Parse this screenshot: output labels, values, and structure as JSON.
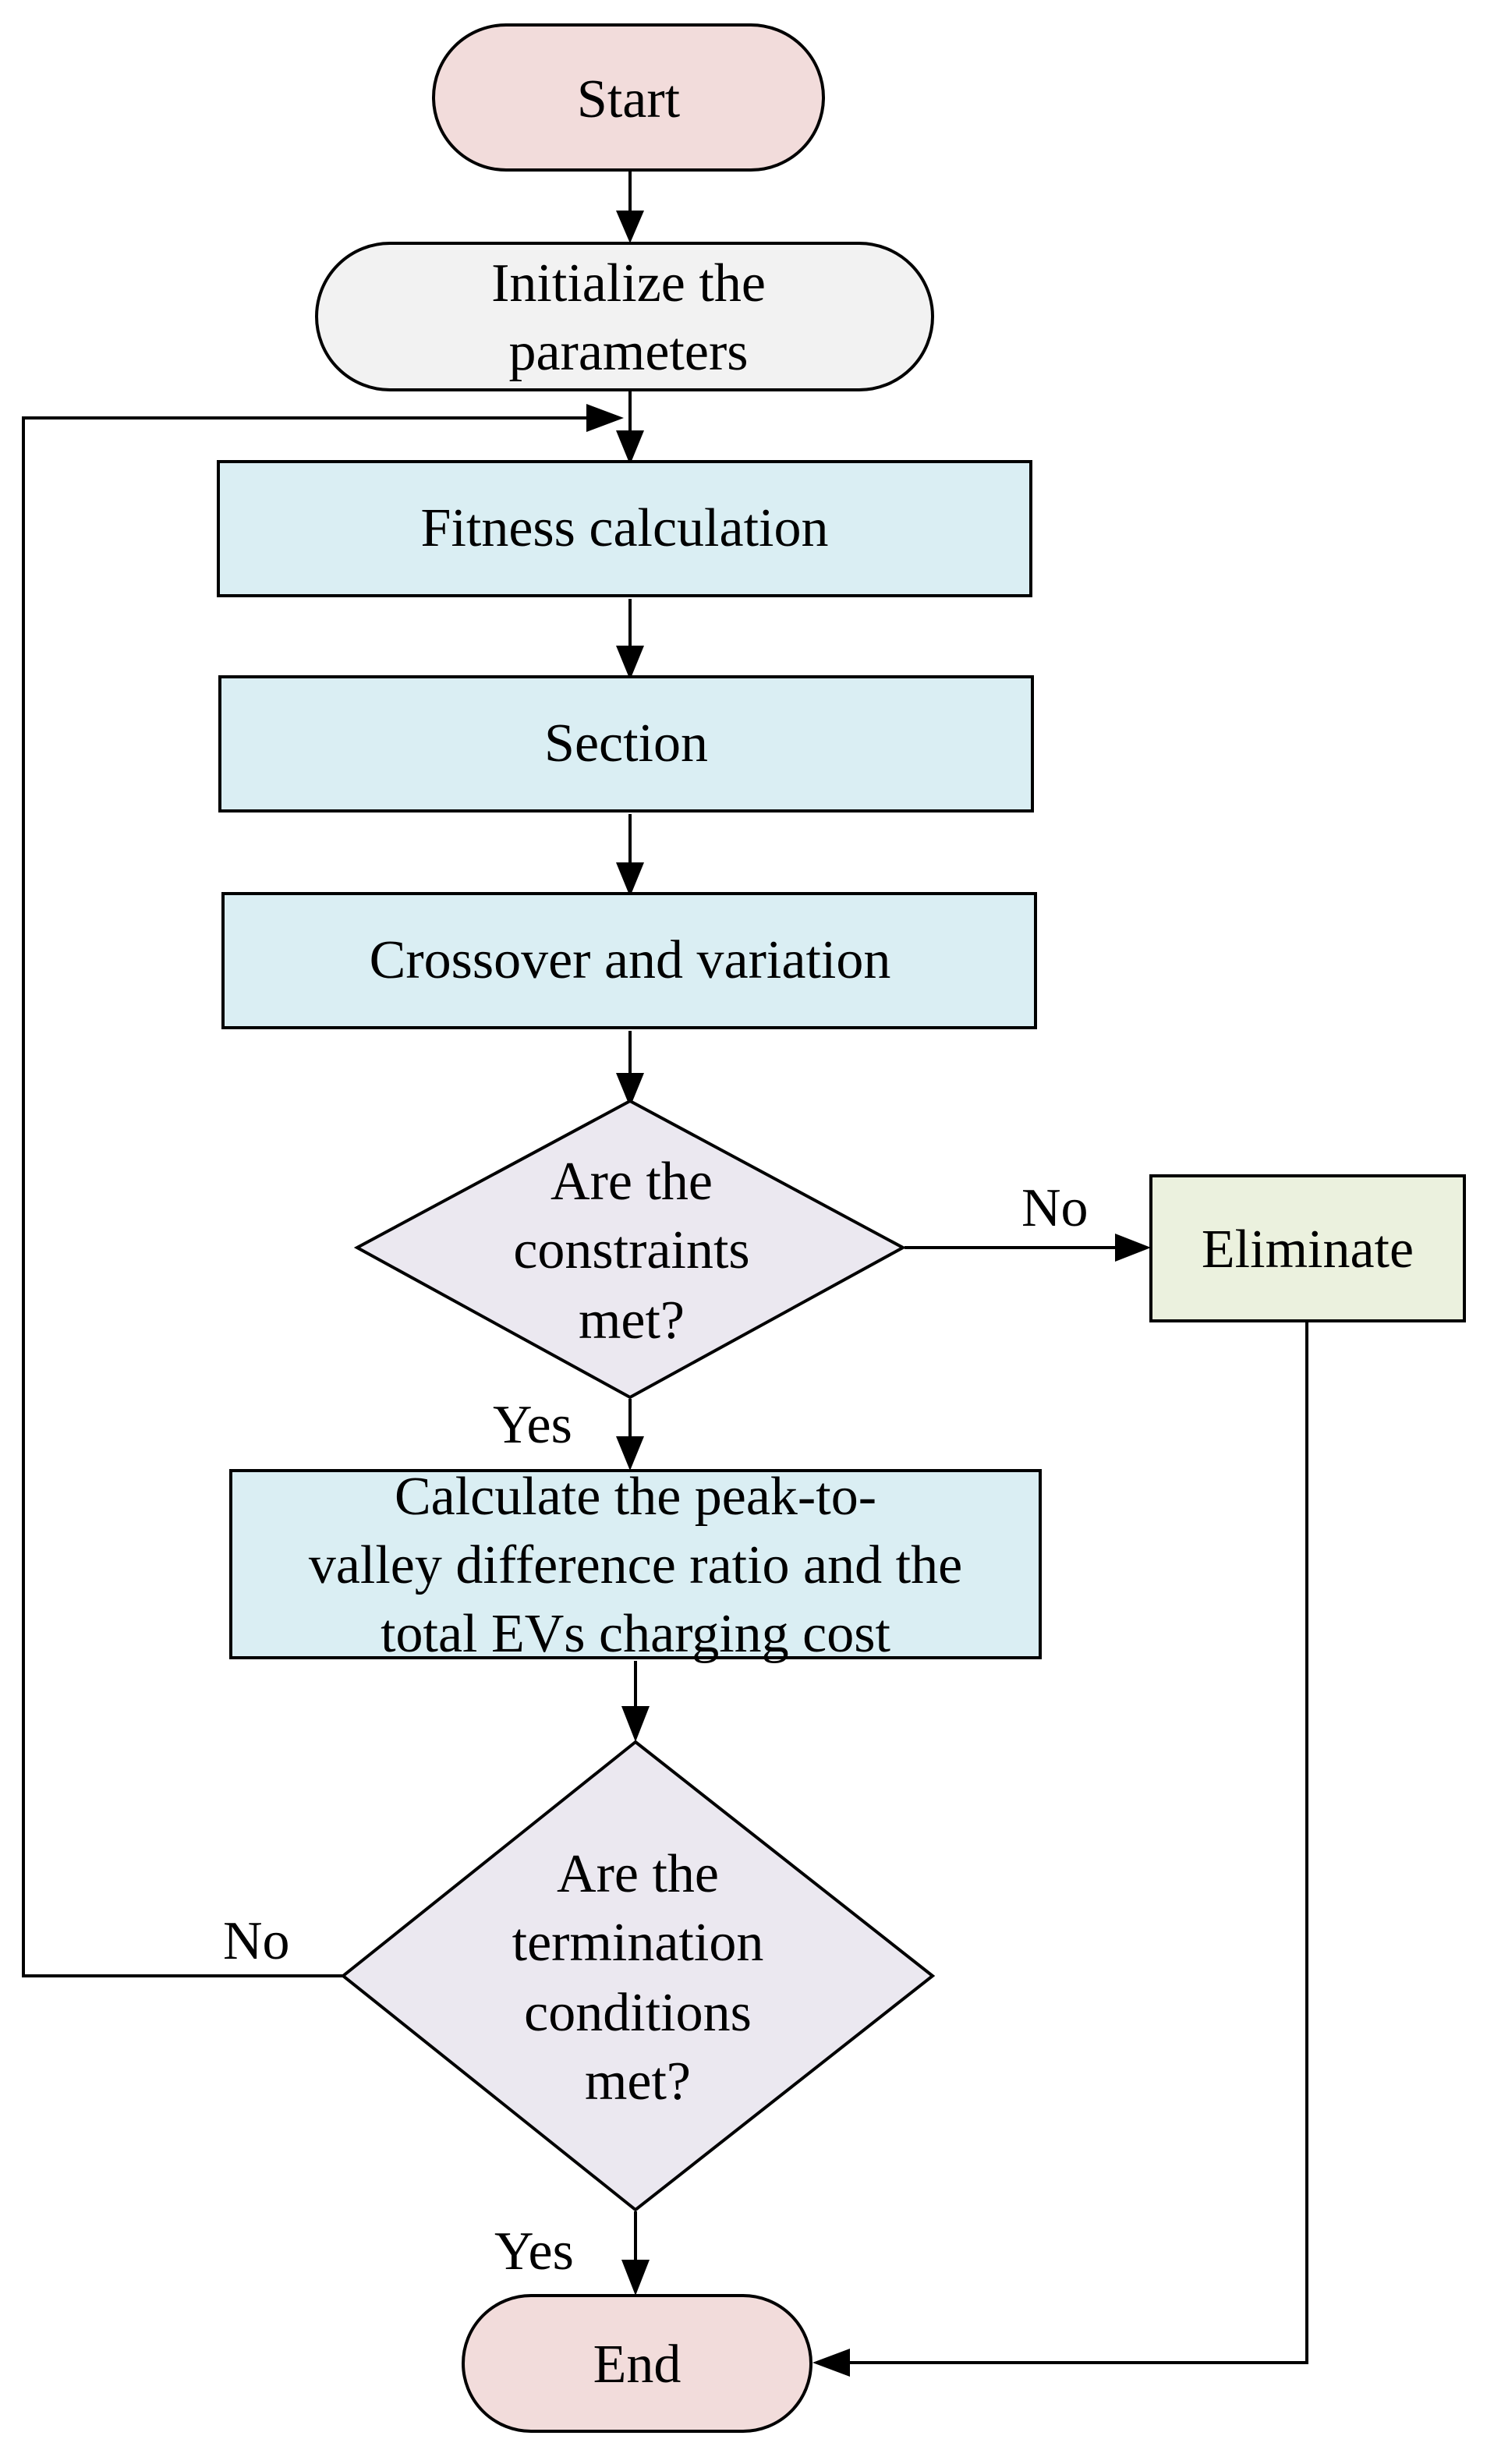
{
  "diagram": {
    "type": "flowchart",
    "colors": {
      "terminal": "#f2dcdb",
      "init": "#f2f2f2",
      "process": "#daeef3",
      "decision": "#ebe8f0",
      "eliminate": "#ebf1de",
      "line": "#000000"
    },
    "nodes": {
      "start": {
        "lines": [
          "Start"
        ]
      },
      "init": {
        "lines": [
          "Initialize the",
          "parameters"
        ]
      },
      "fitness": {
        "lines": [
          "Fitness calculation"
        ]
      },
      "section": {
        "lines": [
          "Section"
        ]
      },
      "crossover": {
        "lines": [
          "Crossover and variation"
        ]
      },
      "constraints": {
        "lines": [
          "Are the",
          "constraints",
          "met?"
        ]
      },
      "eliminate": {
        "lines": [
          "Eliminate"
        ]
      },
      "calculate": {
        "lines": [
          "Calculate the peak-to-",
          "valley difference ratio and the",
          "total EVs charging cost"
        ]
      },
      "termination": {
        "lines": [
          "Are the",
          "termination",
          "conditions",
          "met?"
        ]
      },
      "end": {
        "lines": [
          "End"
        ]
      }
    },
    "edge_labels": {
      "constraints_no": "No",
      "constraints_yes": "Yes",
      "termination_no": "No",
      "termination_yes": "Yes"
    }
  }
}
